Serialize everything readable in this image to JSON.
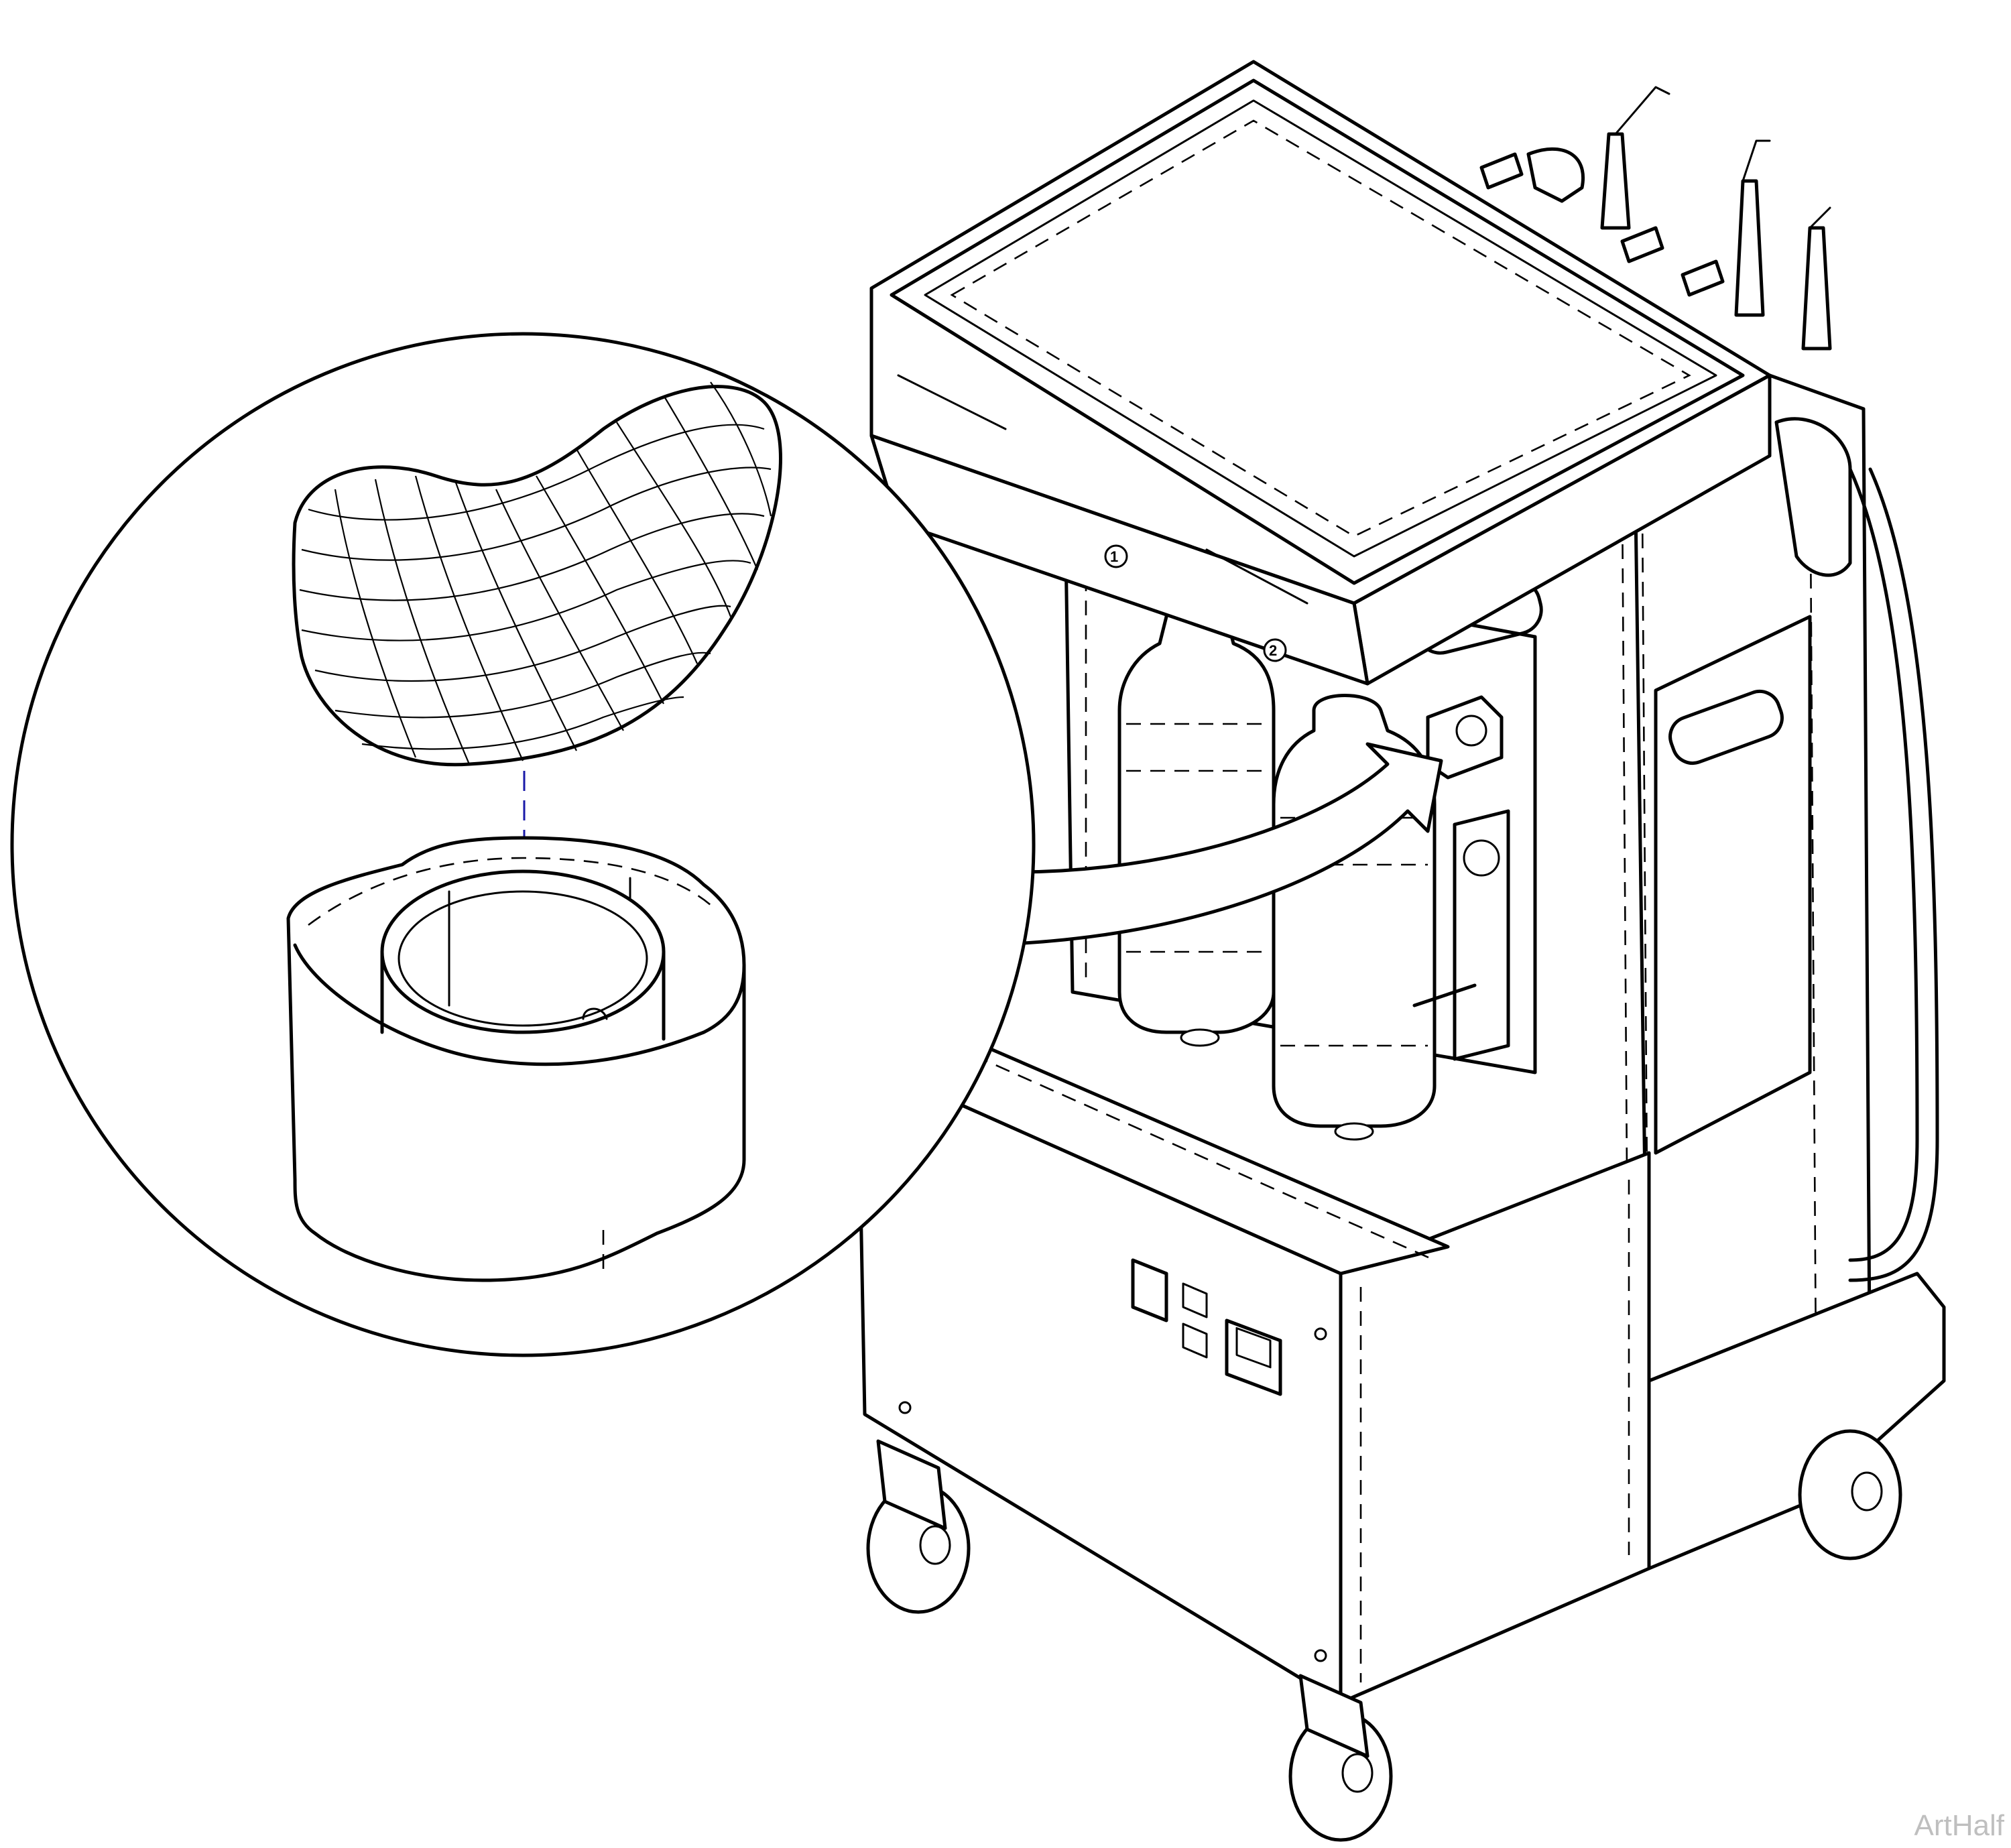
{
  "figure": {
    "callout_numbers": [
      "1",
      "2"
    ],
    "watermark": "ArtHalf",
    "colors": {
      "line": "#000000",
      "background": "#ffffff",
      "centerline": "#1a1aa8",
      "watermark": "#bfbfbf"
    }
  }
}
